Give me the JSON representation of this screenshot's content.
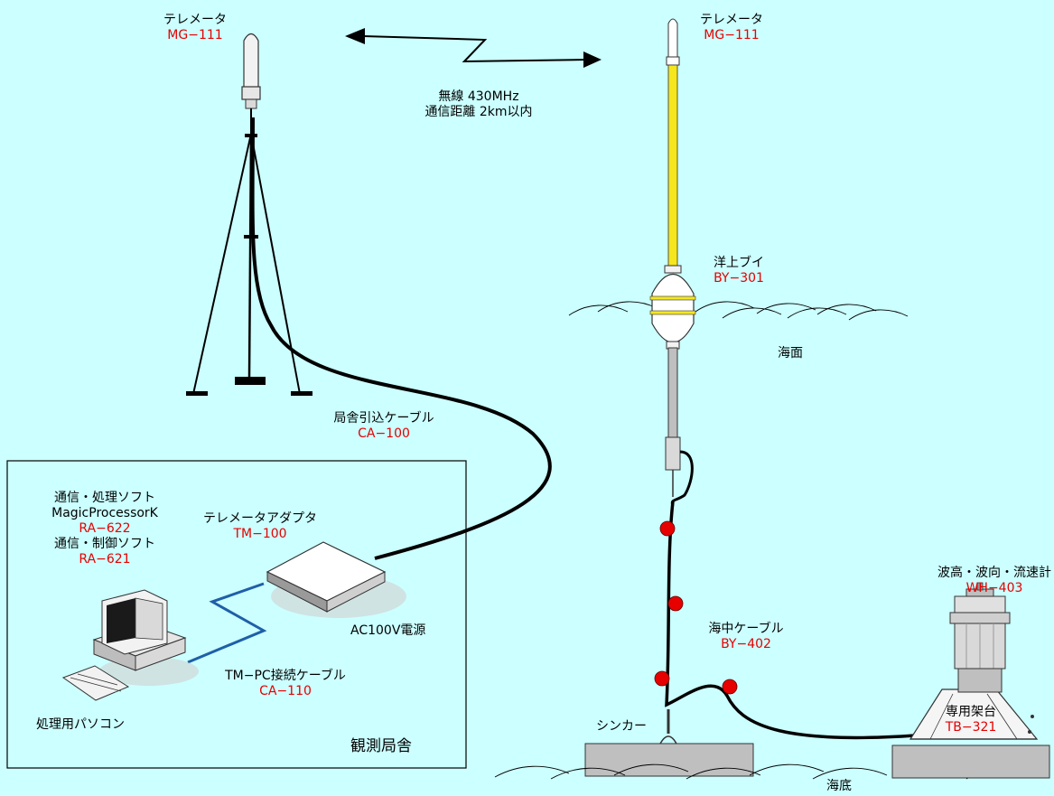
{
  "colors": {
    "background": "#ccffff",
    "model_code": "#e60000",
    "cable": "#000000",
    "lan_cable": "#1f5fa8",
    "mast": "#f5e61e",
    "marker_float": "#e60000",
    "concrete": "#bfbfbf"
  },
  "labels": {
    "telemeter_left": {
      "name": "テレメータ",
      "code": "MG−111"
    },
    "telemeter_right": {
      "name": "テレメータ",
      "code": "MG−111"
    },
    "radio": {
      "line1": "無線  430MHz",
      "line2": "通信距離 2km以内"
    },
    "buoy": {
      "name": "洋上ブイ",
      "code": "BY−301"
    },
    "sea_surface": "海面",
    "station_cable": {
      "name": "局舎引込ケーブル",
      "code": "CA−100"
    },
    "software": {
      "line1": "通信・処理ソフト",
      "line2": "MagicProcessorK",
      "code1": "RA−622",
      "line3": "通信・制御ソフト",
      "code2": "RA−621"
    },
    "adapter": {
      "name": "テレメータアダプタ",
      "code": "TM−100"
    },
    "power": "AC100V電源",
    "pc_cable": {
      "name": "TM−PC接続ケーブル",
      "code": "CA−110"
    },
    "pc": "処理用パソコン",
    "station": "観測局舎",
    "wave_meter": {
      "name": "波高・波向・流速計",
      "code": "WH−403"
    },
    "undersea_cable": {
      "name": "海中ケーブル",
      "code": "BY−402"
    },
    "sinker": "シンカー",
    "mount": {
      "name": "専用架台",
      "code": "TB−321"
    },
    "seabed": "海底"
  }
}
